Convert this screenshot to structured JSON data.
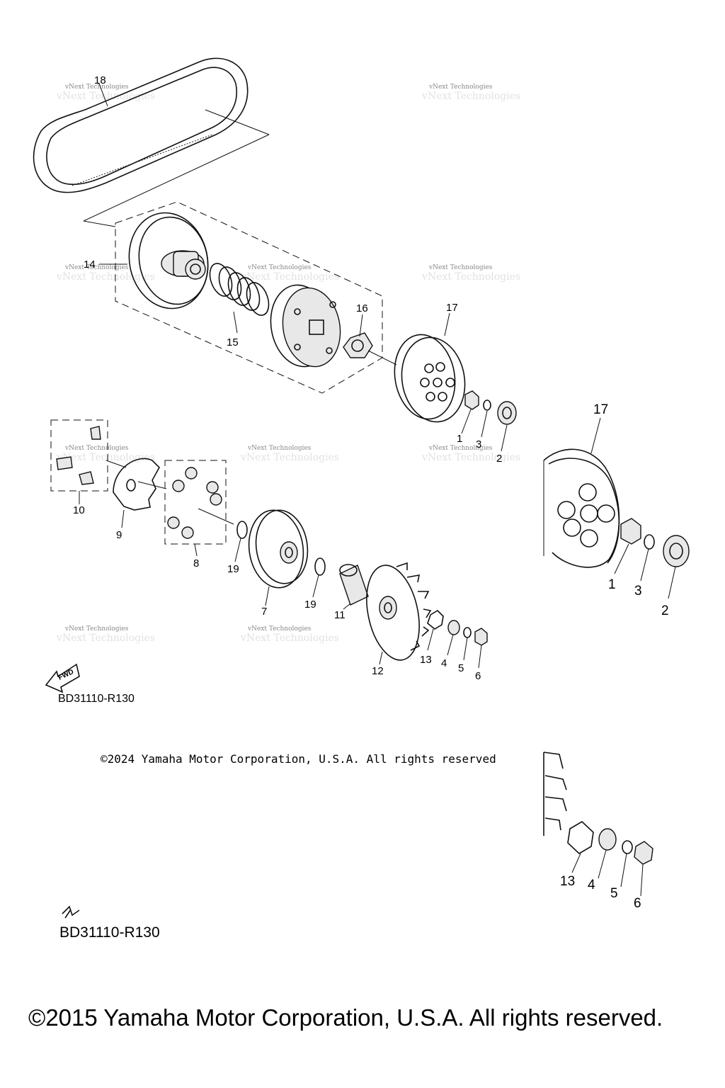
{
  "diagram_code": "BD31110-R130",
  "copyright_small": "©2024 Yamaha Motor Corporation, U.S.A. All rights reserved",
  "copyright_large": "©2015 Yamaha Motor Corporation, U.S.A. All rights reserved.",
  "fwd_label": "FWD",
  "watermark_text": "vNext Technologies",
  "callouts": {
    "c1": "1",
    "c2": "2",
    "c3": "3",
    "c4": "4",
    "c5": "5",
    "c6": "6",
    "c7": "7",
    "c8": "8",
    "c9": "9",
    "c10": "10",
    "c11": "11",
    "c12": "12",
    "c13": "13",
    "c14": "14",
    "c15": "15",
    "c16": "16",
    "c17": "17",
    "c18": "18",
    "c19": "19"
  }
}
